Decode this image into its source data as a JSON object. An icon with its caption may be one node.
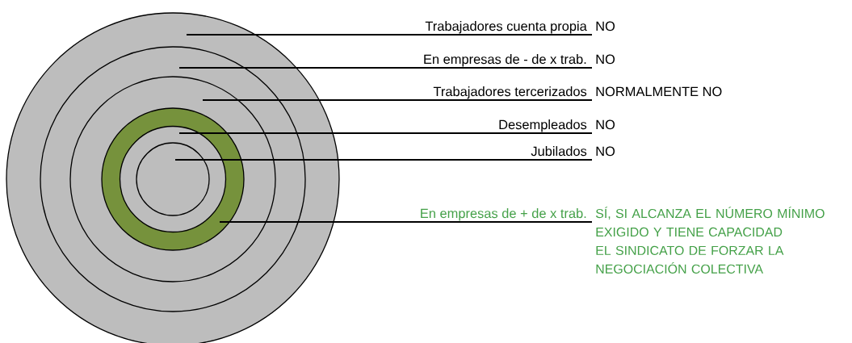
{
  "diagram": {
    "nodes": [
      {
        "text": [],
        "shape": "circle"
      },
      {
        "text": [],
        "shape": "circle",
        "in": 0
      },
      {
        "text": [],
        "shape": "circle",
        "in": 1
      },
      {
        "text": [],
        "shape": "circle",
        "in": 2
      },
      {
        "text": [],
        "shape": "circle",
        "in": 3
      },
      {
        "text": [],
        "shape": "circle",
        "in": 4
      },
      {
        "text": [
          "Trabajadores cuenta propia"
        ],
        "beside": [
          "NO"
        ]
      },
      {
        "text": [
          "En empresas de - de x trab."
        ],
        "beside": [
          "NO"
        ]
      },
      {
        "text": [
          "Trabajadores tercerizados"
        ],
        "beside": [
          "NORMALMENTE NO"
        ]
      },
      {
        "text": [
          "Desempleados"
        ],
        "beside": [
          "NO"
        ]
      },
      {
        "text": [
          "Jubilados"
        ],
        "beside": [
          "NO"
        ]
      },
      {
        "text": [
          "En empresas  de + de x trab."
        ],
        "beside": [
          "SÍ, SI ALCANZA EL NÚMERO MÍNIMO EXIGIDO Y TIENE CAPACIDAD EL SINDICATO DE FORZAR LA NEGOCIACIÓN COLECTIVA"
        ]
      }
    ],
    "edges": [
      {
        "from": 6,
        "to": 0,
        "arrow": "none"
      },
      {
        "from": 7,
        "to": 1,
        "arrow": "none"
      },
      {
        "from": 8,
        "to": 2,
        "arrow": "none"
      },
      {
        "from": 9,
        "to": 4,
        "arrow": "none"
      },
      {
        "from": 10,
        "to": 5,
        "arrow": "none"
      },
      {
        "from": 11,
        "to": 3,
        "arrow": "none"
      }
    ]
  }
}
